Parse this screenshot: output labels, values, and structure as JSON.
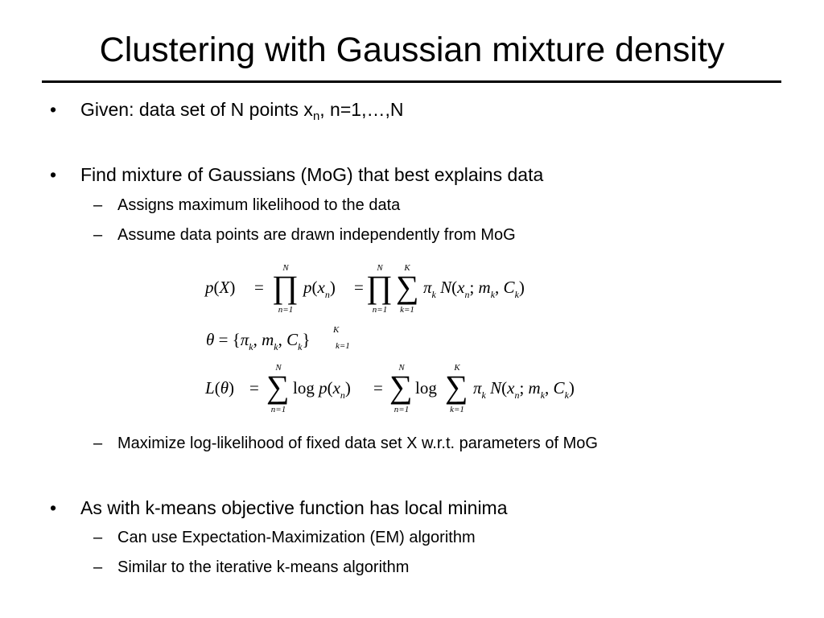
{
  "slide": {
    "title": "Clustering with Gaussian mixture density",
    "bullet_symbol": "•",
    "dash_symbol": "–",
    "b1": {
      "text": "Given: data set of N points x",
      "sub": "n",
      "rest": ", n=1,…,N"
    },
    "b2": {
      "text": "Find mixture of Gaussians (MoG) that best explains data"
    },
    "b2_subs": [
      "Assigns maximum likelihood to the data",
      "Assume data points are drawn independently from MoG"
    ],
    "b2_sub3": "Maximize log-likelihood of fixed data set X w.r.t. parameters of MoG",
    "b3": {
      "text": "As with k-means objective function has local minima"
    },
    "b3_subs": [
      "Can use Expectation-Maximization (EM) algorithm",
      "Similar to the iterative k-means algorithm"
    ]
  },
  "equations": {
    "likelihood": "p(X) = ∏_{n=1}^{N} p(x_n) = ∏_{n=1}^{N} ∑_{k=1}^{K} π_k N(x_n; m_k, C_k)",
    "parameters": "θ = {π_k, m_k, C_k}_{k=1}^{K}",
    "log_likelihood": "L(θ) = ∑_{n=1}^{N} log p(x_n) = ∑_{n=1}^{N} log ∑_{k=1}^{K} π_k N(x_n; m_k, C_k)",
    "symbols": {
      "prod": "∏",
      "sum": "∑",
      "pi": "π",
      "theta": "θ",
      "eq": "=",
      "N": "N",
      "K": "K",
      "n1": "n=1",
      "k1": "k=1",
      "log": "log",
      "p": "p",
      "X": "X",
      "x": "x",
      "n": "n",
      "k": "k",
      "m": "m",
      "C": "C",
      "L": "L"
    }
  }
}
